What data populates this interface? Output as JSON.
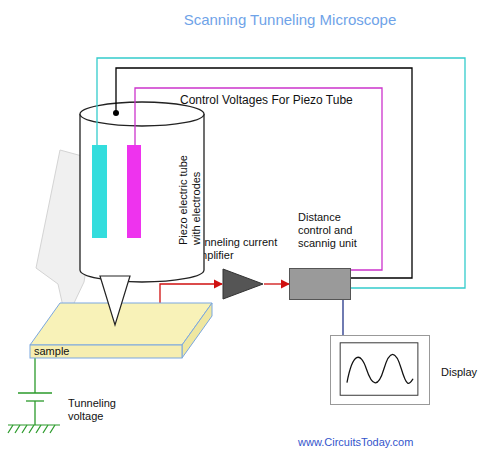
{
  "diagram": {
    "title": "Scanning Tunneling Microscope",
    "nodes": [
      {
        "text": [
          "Piezo electric tube with electrodes"
        ]
      },
      {
        "text": [
          "Tunneling current amplifier"
        ]
      },
      {
        "text": [
          "Distance control and scannig unit"
        ]
      },
      {
        "text": [
          "sample"
        ]
      },
      {
        "text": [
          "Display"
        ]
      }
    ],
    "edges": [
      {
        "from": 0,
        "to": 1,
        "arrow": "to"
      },
      {
        "from": 1,
        "to": 2,
        "arrow": "to"
      },
      {
        "from": 2,
        "to": 0,
        "arrow": "none"
      },
      {
        "from": 2,
        "to": 0,
        "label": "Control Voltages For Piezo Tube",
        "arrow": "none"
      },
      {
        "from": 2,
        "to": 0,
        "arrow": "none"
      },
      {
        "from": 2,
        "to": 4,
        "arrow": "none"
      }
    ],
    "labels": [
      "Tunneling voltage",
      "www.CircuitsToday.com"
    ]
  }
}
